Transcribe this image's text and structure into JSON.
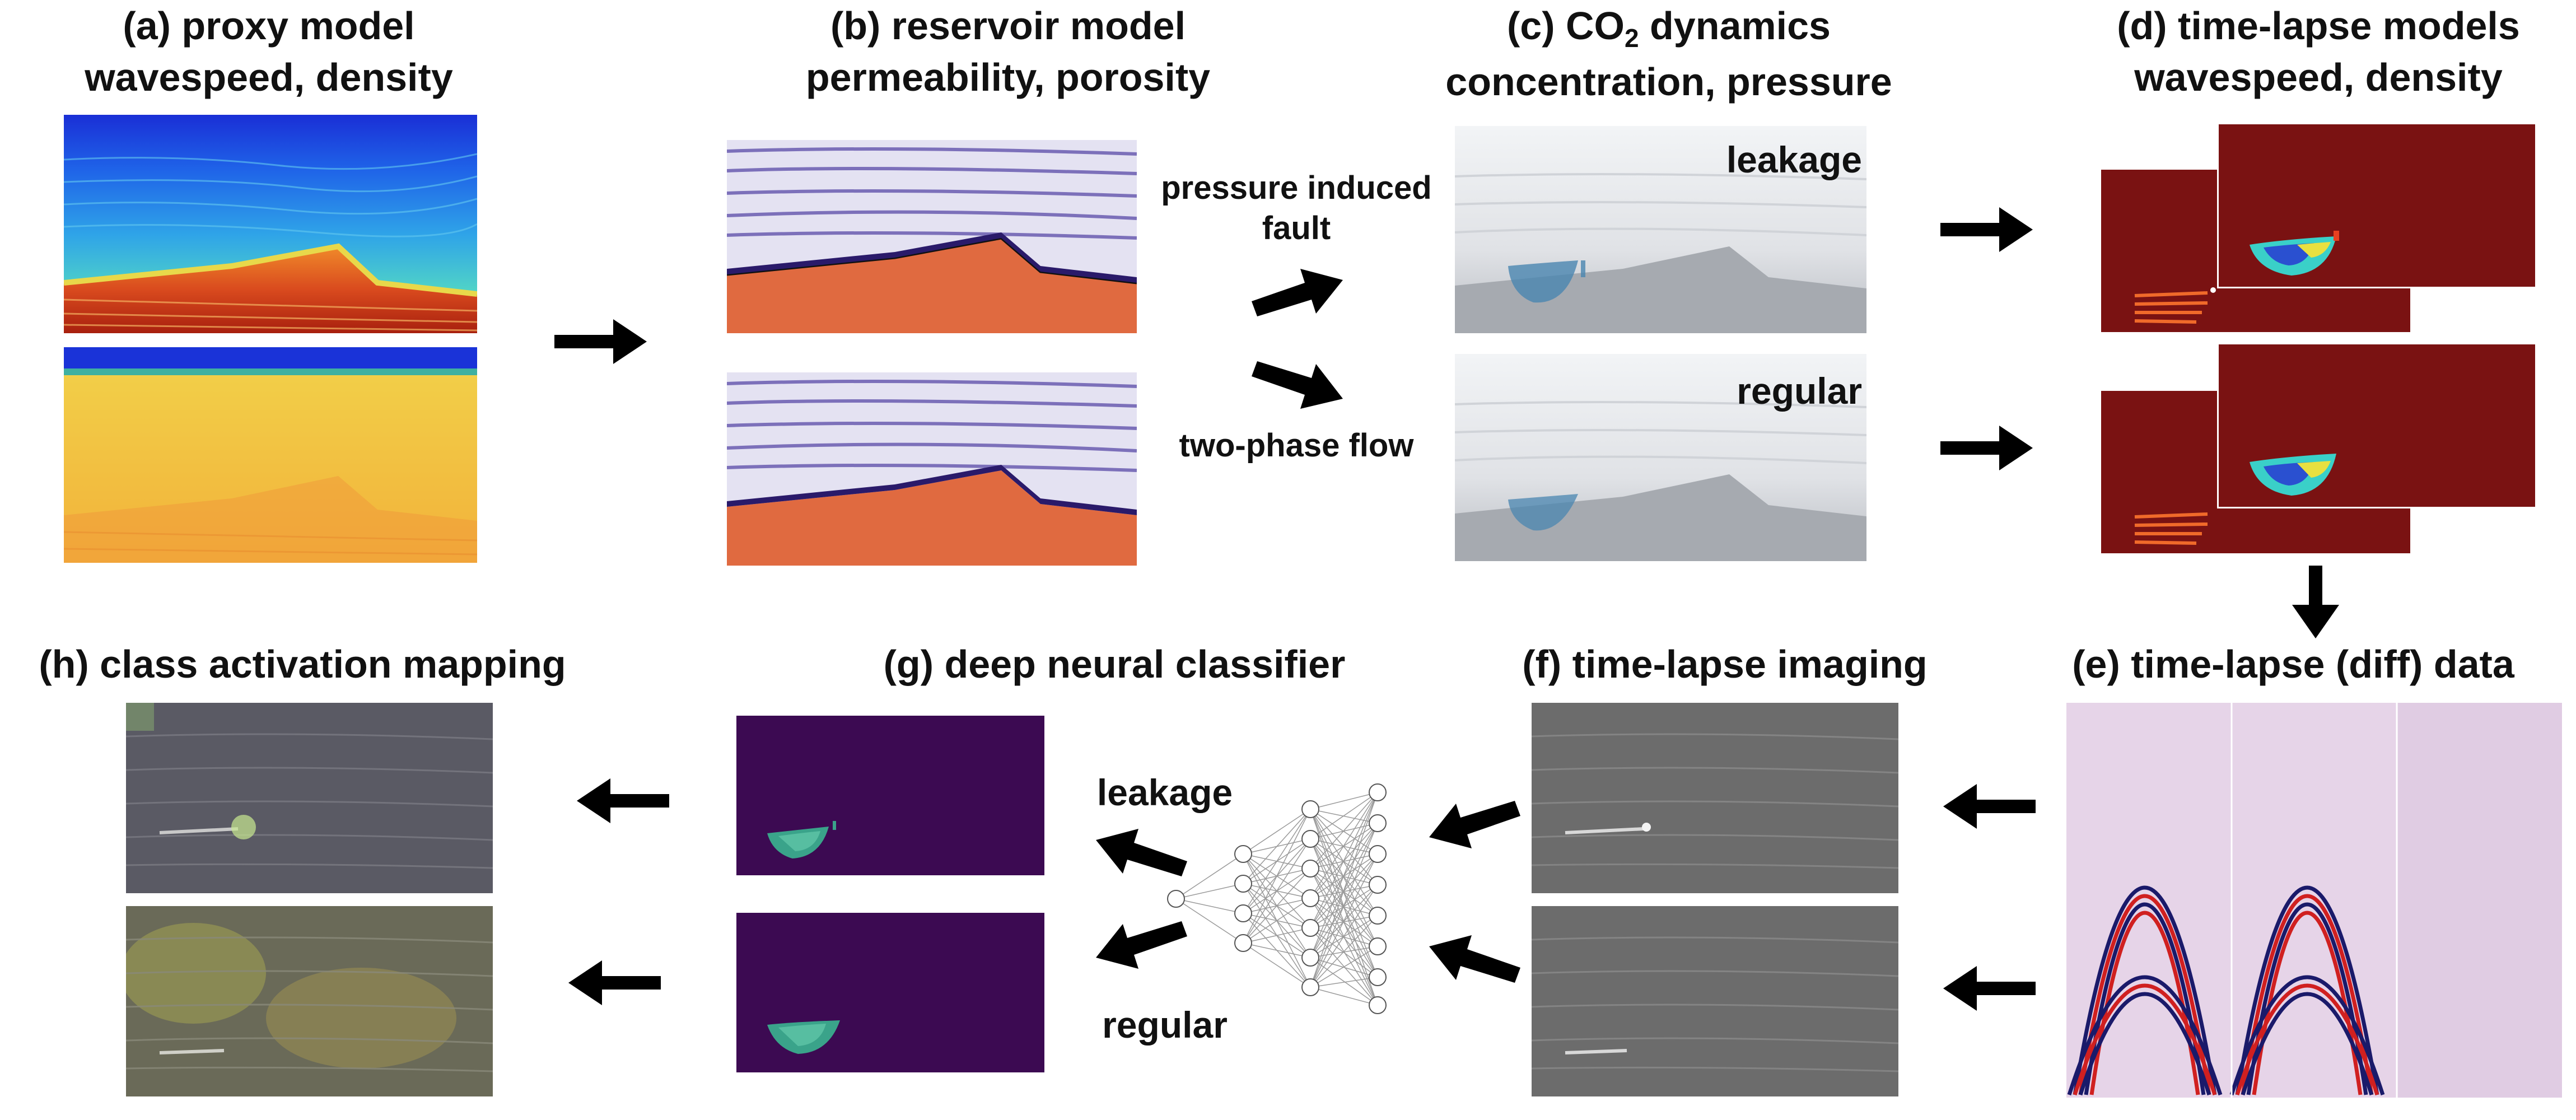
{
  "panels": {
    "a": {
      "title_line1": "(a) proxy model",
      "title_line2": "wavespeed, density"
    },
    "b": {
      "title_line1": "(b) reservoir model",
      "title_line2": "permeability, porosity"
    },
    "c": {
      "title_line1_prefix": "(c) CO",
      "title_line1_sub": "2",
      "title_line1_suffix": " dynamics",
      "title_line2": "concentration, pressure",
      "label_top": "leakage",
      "label_bottom": "regular"
    },
    "d": {
      "title_line1": "(d) time-lapse models",
      "title_line2": "wavespeed, density"
    },
    "e": {
      "title": "(e) time-lapse (diff) data"
    },
    "f": {
      "title": "(f) time-lapse imaging"
    },
    "g": {
      "title": "(g) deep neural classifier",
      "label_top": "leakage",
      "label_bottom": "regular"
    },
    "h": {
      "title": "(h) class activation mapping"
    }
  },
  "transitions": {
    "top_line1": "pressure induced",
    "top_line2": "fault",
    "bottom": "two-phase flow"
  },
  "colors": {
    "arrow": "#000000",
    "model_red": "#7a1212",
    "classifier_purple": "#3c0a52",
    "plume_teal": "#3aa38a",
    "seismic_gray": "#6c6c6c"
  }
}
